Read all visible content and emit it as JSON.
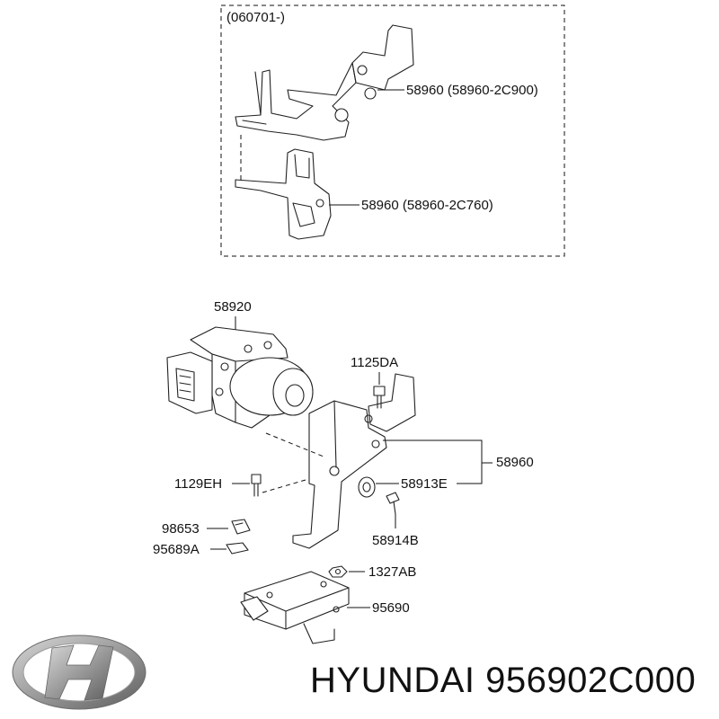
{
  "variant_box": {
    "label": "(060701-)"
  },
  "callouts": {
    "bracket_upper": "58960 (58960-2C900)",
    "bracket_lower": "58960 (58960-2C760)",
    "hydraulic_unit": "58920",
    "bolt_top": "1125DA",
    "bracket_main": "58960",
    "bolt_left": "1129EH",
    "bushing": "58913E",
    "clip": "98653",
    "clip_bracket": "95689A",
    "pin": "58914B",
    "nut": "1327AB",
    "sensor": "95690"
  },
  "brand": {
    "text": "HYUNDAI 956902C000"
  },
  "logo": {
    "name": "hyundai-logo",
    "color": "#8a8a8a"
  }
}
